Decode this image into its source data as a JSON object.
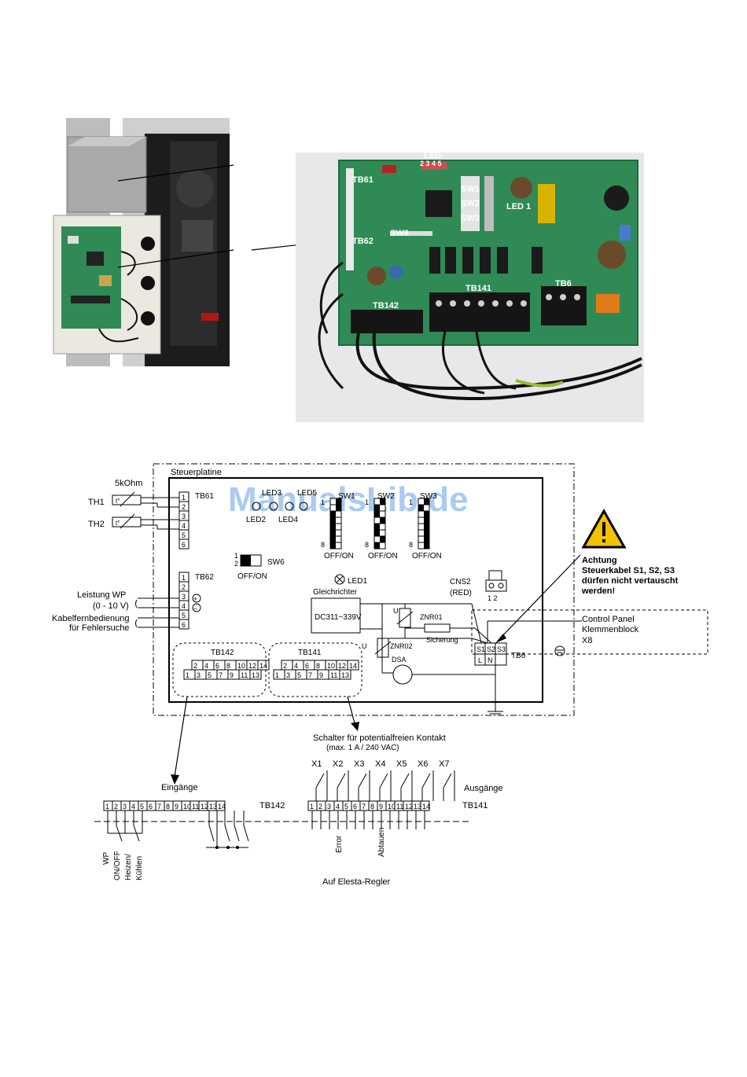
{
  "photo": {
    "labels": {
      "led": "LED",
      "led_numbers": "2 3 4 5",
      "tb61": "TB61",
      "tb62": "TB62",
      "sw1": "SW1",
      "sw2": "SW2",
      "sw3": "SW3",
      "led1": "LED 1",
      "sw6": "SW6",
      "tb142": "TB142",
      "tb141": "TB141",
      "tb6": "TB6"
    }
  },
  "diagram": {
    "board_title": "Steuerplatine",
    "watermark": "ManualsLib.de",
    "resistor": "5kOhm",
    "th1": "TH1",
    "th2": "TH2",
    "tb61": "TB61",
    "tb62": "TB62",
    "tb61_pins": [
      "1",
      "2",
      "3",
      "4",
      "5",
      "6"
    ],
    "tb62_pins": [
      "1",
      "2",
      "3",
      "4",
      "5",
      "6"
    ],
    "led2": "LED2",
    "led4": "LED4",
    "led3_top": "LED3",
    "led5_top": "LED5",
    "sw1": "SW1",
    "sw2": "SW2",
    "sw3": "SW3",
    "dip_1": "1",
    "dip_8": "8",
    "off_on": "OFF/ON",
    "sw6": "SW6",
    "sw6_1": "1",
    "sw6_2": "2",
    "leistung": "Leistung WP",
    "leistung_range": "(0 - 10 V)",
    "kabel1": "Kabelfernbedienung",
    "kabel2": "für Fehlersuche",
    "led1": "LED1",
    "gleichrichter": "Gleichrichter",
    "dc": "DC311~339V",
    "znr01": "ZNR01",
    "znr02": "ZNR02",
    "u": "U",
    "sicherung": "Sicherung",
    "dsa": "DSA",
    "cns2": "CNS2",
    "red": "(RED)",
    "cns_pins": "1  2",
    "tb6": "TB6",
    "s1": "S1",
    "s2": "S2",
    "s3": "S3",
    "l": "L",
    "n": "N",
    "achtung": "Achtung",
    "warn1": "Steuerkabel S1, S2, S3",
    "warn2": "dürfen nicht vertauscht",
    "warn3": "werden!",
    "control_panel": "Control Panel",
    "klemmenblock": "Klemmenblock",
    "x8": "X8",
    "tb142": "TB142",
    "tb141": "TB141",
    "tb_even": [
      "2",
      "4",
      "6",
      "8",
      "10",
      "12",
      "14"
    ],
    "tb_odd": [
      "1",
      "3",
      "5",
      "7",
      "9",
      "11",
      "13"
    ],
    "schalter": "Schalter für potentialfreien Kontakt",
    "max": "(max. 1 A / 240 VAC)",
    "x_labels": [
      "X1",
      "X2",
      "X3",
      "X4",
      "X5",
      "X6",
      "X7"
    ],
    "eingaenge": "Eingänge",
    "ausgaenge": "Ausgänge",
    "pins_14": [
      "1",
      "2",
      "3",
      "4",
      "5",
      "6",
      "7",
      "8",
      "9",
      "10",
      "11",
      "12",
      "13",
      "14"
    ],
    "wp": "WP",
    "onoff": "ON/OFF",
    "heizen": "Heizen/",
    "kuehlen": "Kühlen",
    "error": "Error",
    "abtauen": "Abtauen",
    "elesta": "Auf Elesta-Regler"
  },
  "colors": {
    "pcb": "#2f8a55",
    "pcb_dark": "#1f6b3e",
    "watermark": "#9cc3ef",
    "warning": "#f2c200"
  }
}
